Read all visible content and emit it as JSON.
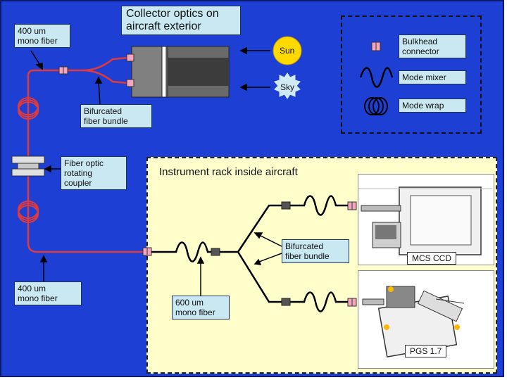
{
  "collector": {
    "title": "Collector optics on\naircraft exterior"
  },
  "sources": {
    "sun": "Sun",
    "sky": "Sky"
  },
  "labels": {
    "fiber_top": "400 um\nmono fiber",
    "bifurcated_top": "Bifurcated\nfiber bundle",
    "rotating_coupler": "Fiber optic\nrotating\ncoupler",
    "fiber_bottom": "400 um\nmono fiber",
    "fiber_600": "600 um\nmono fiber",
    "bifurcated_rack": "Bifurcated\nfiber bundle"
  },
  "legend": {
    "bulkhead": "Bulkhead\nconnector",
    "mixer": "Mode mixer",
    "wrap": "Mode wrap"
  },
  "rack": {
    "title": "Instrument rack inside aircraft"
  },
  "instruments": {
    "mcs": "MCS CCD",
    "pgs": "PGS 1.7"
  },
  "colors": {
    "background": "#1e3fd4",
    "rack": "#ffffcc",
    "label": "#c9e8f2",
    "fiber_outside": "#e23a3a",
    "fiber_inside": "#000000",
    "connector": "#f4a6c0",
    "sun": "#ffd900",
    "sky": "#cfeaf5"
  }
}
